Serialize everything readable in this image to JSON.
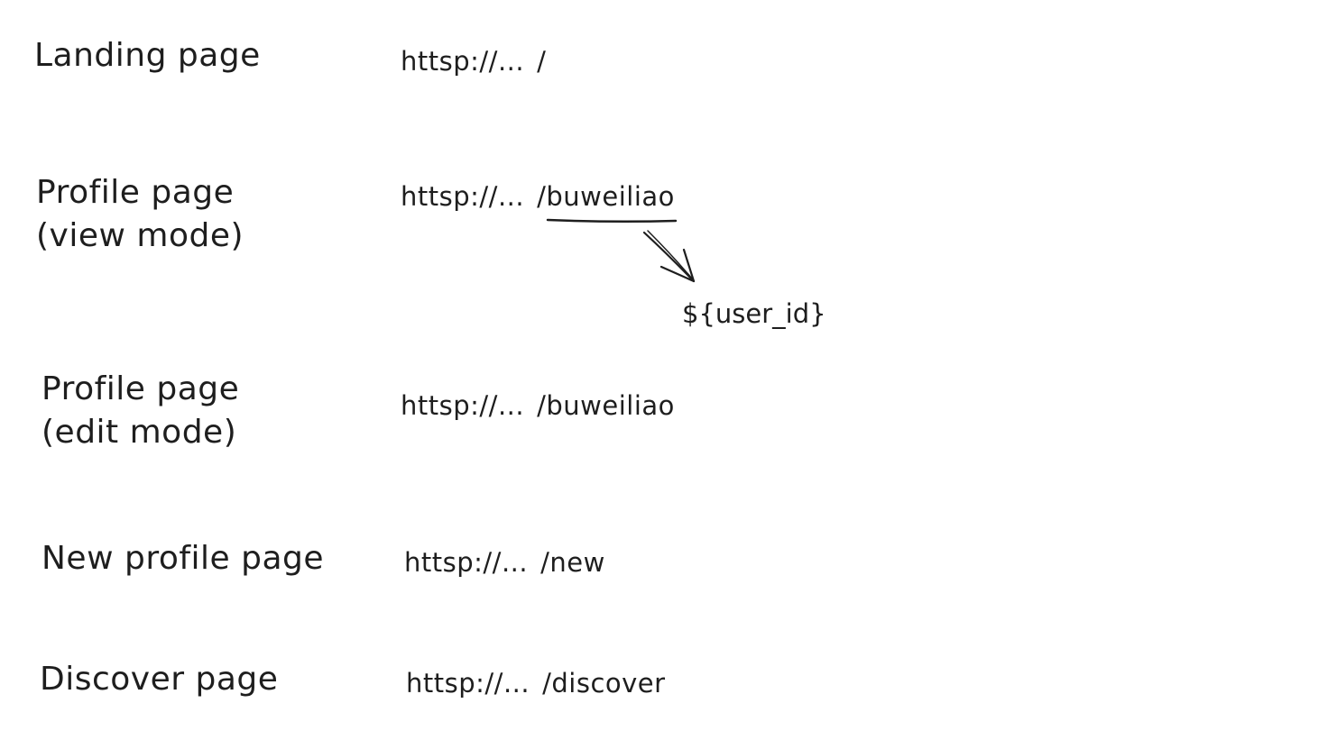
{
  "rows": [
    {
      "label_line1": "Landing page",
      "label_line2": "",
      "url_prefix": "httsp://...",
      "url_path": "/"
    },
    {
      "label_line1": "Profile page",
      "label_line2": "(view mode)",
      "url_prefix": "httsp://...",
      "url_path": "/buweiliao"
    },
    {
      "label_line1": "Profile page",
      "label_line2": "(edit mode)",
      "url_prefix": "httsp://...",
      "url_path": "/buweiliao"
    },
    {
      "label_line1": "New profile page",
      "label_line2": "",
      "url_prefix": "httsp://...",
      "url_path": "/new"
    },
    {
      "label_line1": "Discover page",
      "label_line2": "",
      "url_prefix": "httsp://...",
      "url_path": "/discover"
    }
  ],
  "annotation": {
    "text": "${user_id}"
  },
  "colors": {
    "ink": "#1e1e1e",
    "background": "#ffffff"
  }
}
